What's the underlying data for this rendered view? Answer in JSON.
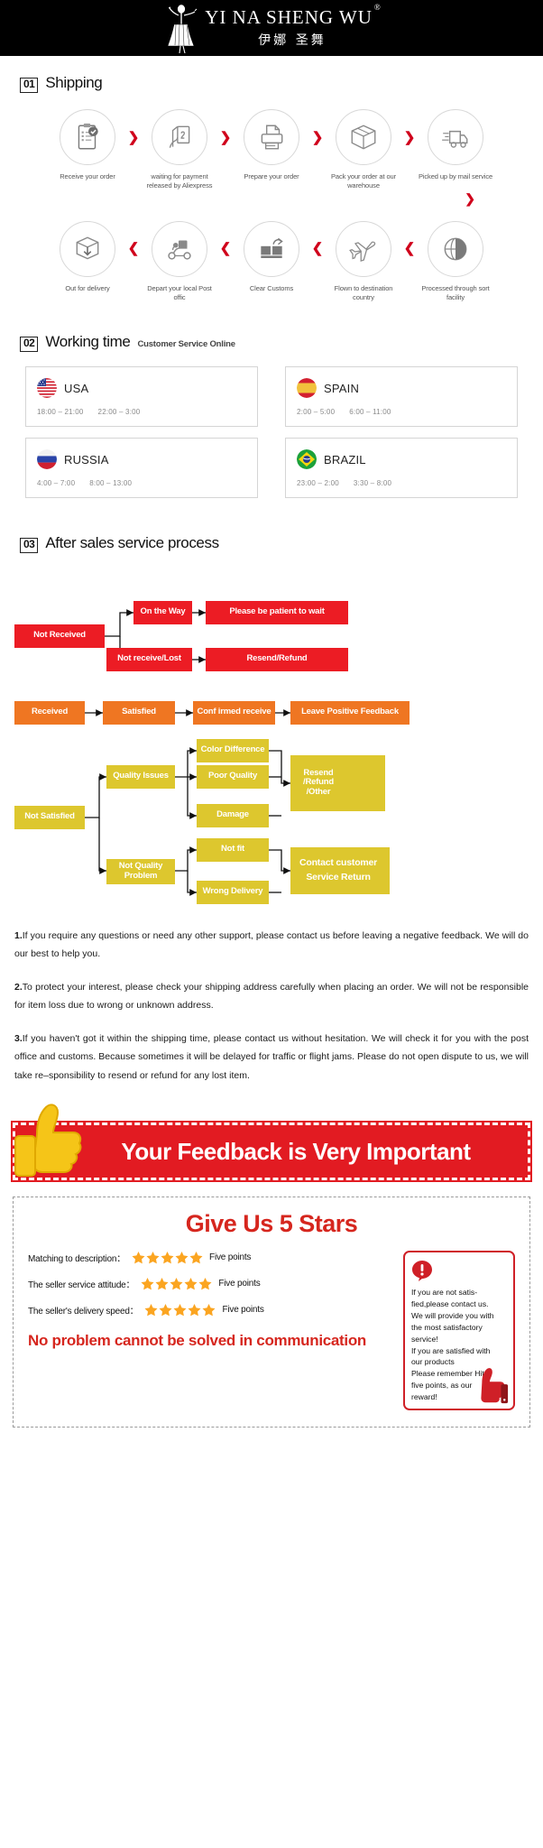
{
  "brand": {
    "name_en": "YI NA SHENG WU",
    "registered_mark": "®",
    "name_cn": "伊娜 圣舞",
    "logo_icon": "dancer-logo"
  },
  "shipping": {
    "number": "01",
    "title": "Shipping",
    "steps_row1": [
      {
        "label": "Receive your order",
        "icon": "clipboard-check-icon"
      },
      {
        "label": "waiting for payment released by Aliexpress",
        "icon": "hand-card-icon"
      },
      {
        "label": "Prepare your order",
        "icon": "printer-icon"
      },
      {
        "label": "Pack your order at our warehouse",
        "icon": "box-icon"
      },
      {
        "label": "Picked up by mail service",
        "icon": "truck-icon"
      }
    ],
    "steps_row2": [
      {
        "label": "Out for delivery",
        "icon": "package-down-icon"
      },
      {
        "label": "Depart your local Post offic",
        "icon": "scooter-icon"
      },
      {
        "label": "Clear Customs",
        "icon": "customs-icon"
      },
      {
        "label": "Flown to destination country",
        "icon": "airplane-icon"
      },
      {
        "label": "Processed through sort facility",
        "icon": "globe-icon"
      }
    ],
    "chevron_icon": "chevron-right-icon",
    "turn_icon": "chevron-down-icon"
  },
  "working_time": {
    "number": "02",
    "title": "Working time",
    "subtitle": "Customer Service Online",
    "countries": [
      {
        "name": "USA",
        "flag": "flag-usa",
        "slots": [
          "18:00 – 21:00",
          "22:00 – 3:00"
        ]
      },
      {
        "name": "SPAIN",
        "flag": "flag-spain",
        "slots": [
          "2:00 – 5:00",
          "6:00 – 11:00"
        ]
      },
      {
        "name": "RUSSIA",
        "flag": "flag-russia",
        "slots": [
          "4:00 – 7:00",
          "8:00 – 13:00"
        ]
      },
      {
        "name": "BRAZIL",
        "flag": "flag-brazil",
        "slots": [
          "23:00 – 2:00",
          "3:30 – 8:00"
        ]
      }
    ]
  },
  "after_sales": {
    "number": "03",
    "title": "After sales service process",
    "colors": {
      "red": "#ec1c24",
      "orange": "#ef7622",
      "yellow": "#ddc72e"
    },
    "boxes": {
      "not_received": "Not Received",
      "on_the_way": "On the Way",
      "please_wait": "Please be patient to wait",
      "not_receive_lost": "Not receive/Lost",
      "resend_refund": "Resend/Refund",
      "received": "Received",
      "satisfied": "Satisfied",
      "confirmed_receive": "Conf irmed receive",
      "leave_feedback": "Leave Positive Feedback",
      "not_satisfied": "Not Satisfied",
      "quality_issues": "Quality Issues",
      "color_difference": "Color Difference",
      "poor_quality": "Poor Quality",
      "damage": "Damage",
      "resend_refund_other": "Resend\n/Refund\n/Other",
      "not_quality_problem": "Not Quality\nProblem",
      "not_fit": "Not fit",
      "wrong_delivery": "Wrong Delivery",
      "contact_return": "Contact customer\nService Return"
    }
  },
  "notes": [
    {
      "num": "1.",
      "text": "If you require any questions or need any other support, please contact us before leaving a negative feedback. We will do our best to help you."
    },
    {
      "num": "2.",
      "text": "To protect your interest, please check your shipping address carefully when placing an order. We will not be responsible for item loss due to wrong or unknown address."
    },
    {
      "num": "3.",
      "text": "If you haven't got it within the shipping time, please contact us without hesitation. We will check it for you with the post office and customs. Because sometimes it will be delayed for traffic or flight jams. Please do not open dispute to us, we will take re–sponsibility to resend or refund for any lost item."
    }
  ],
  "feedback_banner": {
    "text": "Your Feedback is Very Important",
    "icon": "thumbs-up-icon",
    "bg_color": "#e21b22"
  },
  "stars_panel": {
    "title": "Give Us 5 Stars",
    "title_color": "#d6261e",
    "ratings": [
      {
        "label": "Matching to description：",
        "stars": 5,
        "points": "Five points"
      },
      {
        "label": "The seller service attitude：",
        "stars": 5,
        "points": "Five points"
      },
      {
        "label": "The seller's delivery speed：",
        "stars": 5,
        "points": "Five points"
      }
    ],
    "slogan": "No problem cannot be solved in communication",
    "notice": {
      "icon": "exclamation-icon",
      "thumb_icon": "thumbs-up-icon",
      "text": "If you are not satis-\nfied,please contact us.\nWe will provide you with\nthe most satisfactory\nservice!\nIf you are satisfied with\nour products\nPlease remember Hit\nfive points, as our\nreward!"
    }
  }
}
